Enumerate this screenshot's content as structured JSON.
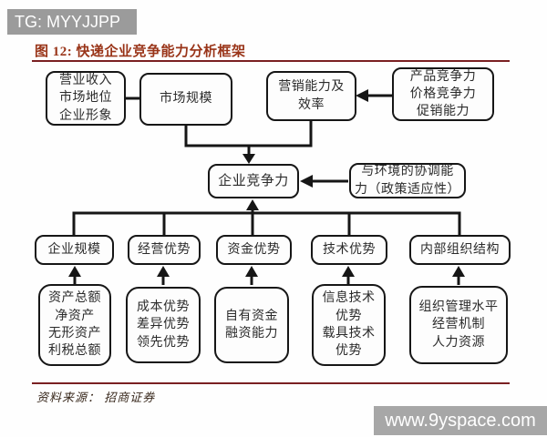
{
  "header": {
    "tag": "TG: MYYJJPP"
  },
  "figure": {
    "title": "图 12: 快递企业竞争能力分析框架",
    "source": "资料来源： 招商证券"
  },
  "colors": {
    "title_red": "#993418",
    "rule_red": "#7a2022",
    "header_gray": "#9b9b9b",
    "watermark_gray": "#a7a7a7",
    "line_black": "#161616"
  },
  "nodes": {
    "revenue": "营业收入\n市场地位\n企业形象",
    "market_scale": "市场规模",
    "marketing": "营销能力及\n效率",
    "product": "产品竞争力\n价格竞争力\n促销能力",
    "core": "企业竞争力",
    "environment": "与环境的协调能\n力（政策适应性）",
    "scale": "企业规模",
    "operation": "经营优势",
    "capital": "资金优势",
    "tech": "技术优势",
    "org_structure": "内部组织结构",
    "assets": "资产总额\n净资产\n无形资产\n利税总额",
    "cost": "成本优势\n差异优势\n领先优势",
    "funding": "自有资金\n融资能力",
    "info_tech": "信息技术\n优势\n载具技术\n优势",
    "management": "组织管理水平\n经营机制\n人力资源"
  },
  "watermark": {
    "url": "www.9yspace.com"
  }
}
